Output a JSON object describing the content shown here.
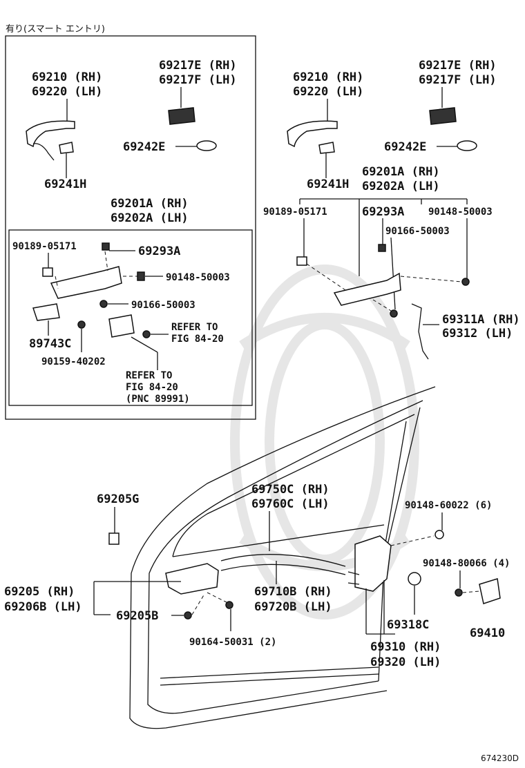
{
  "header_note": "有り(スマート エントリ)",
  "image_code": "674230D",
  "inset_box": {
    "handle_rh": "69210 (RH)",
    "handle_lh": "69220 (LH)",
    "cap_rh": "69217E (RH)",
    "cap_lh": "69217F (LH)",
    "pad": "69242E",
    "cover": "69241H",
    "frame_rh": "69201A (RH)",
    "frame_lh": "69202A (LH)",
    "screw_a": "90189-05171",
    "clip": "69293A",
    "bolt_a": "90148-50003",
    "bolt_b": "90166-50003",
    "bracket": "89743C",
    "screw_b": "90159-40202",
    "refer1_line1": "REFER TO",
    "refer1_line2": "FIG 84-20",
    "refer2_line1": "REFER TO",
    "refer2_line2": "FIG 84-20",
    "refer2_line3": "(PNC 89991)"
  },
  "right_top": {
    "handle_rh": "69210 (RH)",
    "handle_lh": "69220 (LH)",
    "cap_rh": "69217E (RH)",
    "cap_lh": "69217F (LH)",
    "pad": "69242E",
    "cover": "69241H",
    "frame_rh": "69201A (RH)",
    "frame_lh": "69202A (LH)",
    "screw_a": "90189-05171",
    "clip": "69293A",
    "bolt_a": "90148-50003",
    "bolt_b": "90166-50003",
    "rod_rh": "69311A (RH)",
    "rod_lh": "69312 (LH)"
  },
  "door": {
    "stopper": "69205G",
    "cable_rh": "69750C (RH)",
    "cable_lh": "69760C (LH)",
    "inner_rh": "69205 (RH)",
    "inner_lh": "69206B (LH)",
    "screw_inner": "69205B",
    "screw_bottom": "90164-50031 (2)",
    "cable2_rh": "69710B (RH)",
    "cable2_lh": "69720B (LH)",
    "lock_screw": "90148-60022 (6)",
    "striker_screw": "90148-80066 (4)",
    "cap": "69318C",
    "striker": "69410",
    "lock_rh": "69310 (RH)",
    "lock_lh": "69320 (LH)"
  }
}
